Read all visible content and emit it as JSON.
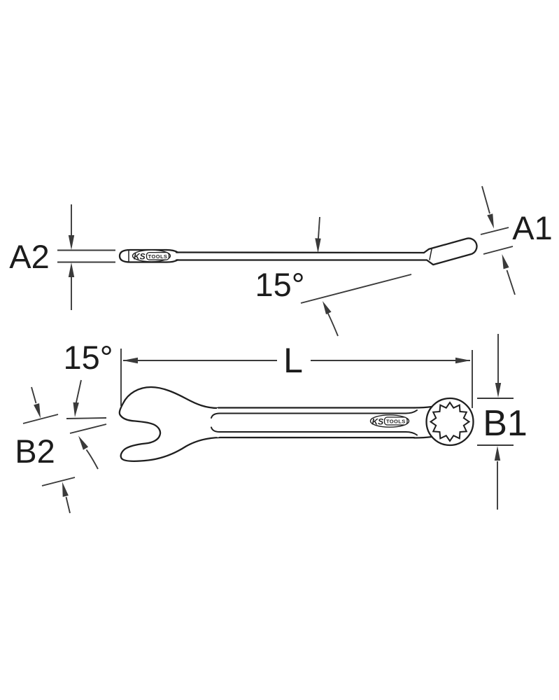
{
  "colors": {
    "background": "#ffffff",
    "line": "#1f1f1f",
    "dimension": "#3a3a3a",
    "text": "#1c1c1c"
  },
  "side_view": {
    "label_a2": "A2",
    "label_a1": "A1",
    "label_angle": "15°",
    "logo": {
      "ks": "KS",
      "tools": "TOOLS"
    }
  },
  "plan_view": {
    "label_angle": "15°",
    "label_length": "L",
    "label_b1": "B1",
    "label_b2": "B2",
    "logo": {
      "ks": "KS",
      "tools": "TOOLS"
    }
  }
}
